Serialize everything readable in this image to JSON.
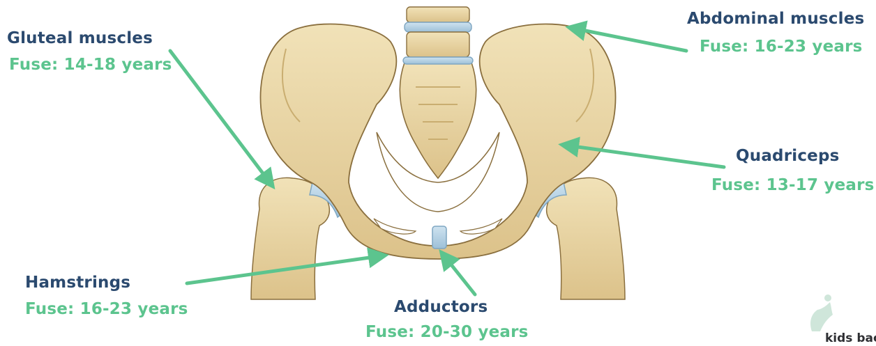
{
  "colors": {
    "muscle_text": "#2b4a6f",
    "fuse_text": "#5cc48e",
    "arrow": "#5cc48e",
    "bone": "#ead7a8",
    "bone_shadow": "#c9ad70",
    "bone_outline": "#8a6f3e",
    "cartilage": "#b8d4e6",
    "cartilage_edge": "#7ea6c2",
    "logo_mark": "#cfe6da"
  },
  "annotations": [
    {
      "id": "gluteal",
      "muscle": "Gluteal muscles",
      "fuse": "Fuse: 14-18 years"
    },
    {
      "id": "abdominal",
      "muscle": "Abdominal muscles",
      "fuse": "Fuse: 16-23 years"
    },
    {
      "id": "quadriceps",
      "muscle": "Quadriceps",
      "fuse": "Fuse: 13-17 years"
    },
    {
      "id": "hamstrings",
      "muscle": "Hamstrings",
      "fuse": "Fuse: 16-23 years"
    },
    {
      "id": "adductors",
      "muscle": "Adductors",
      "fuse": "Fuse: 20-30 years"
    }
  ],
  "logo": {
    "text": "kids bacl",
    "mark_icon": "child-figure-icon"
  }
}
